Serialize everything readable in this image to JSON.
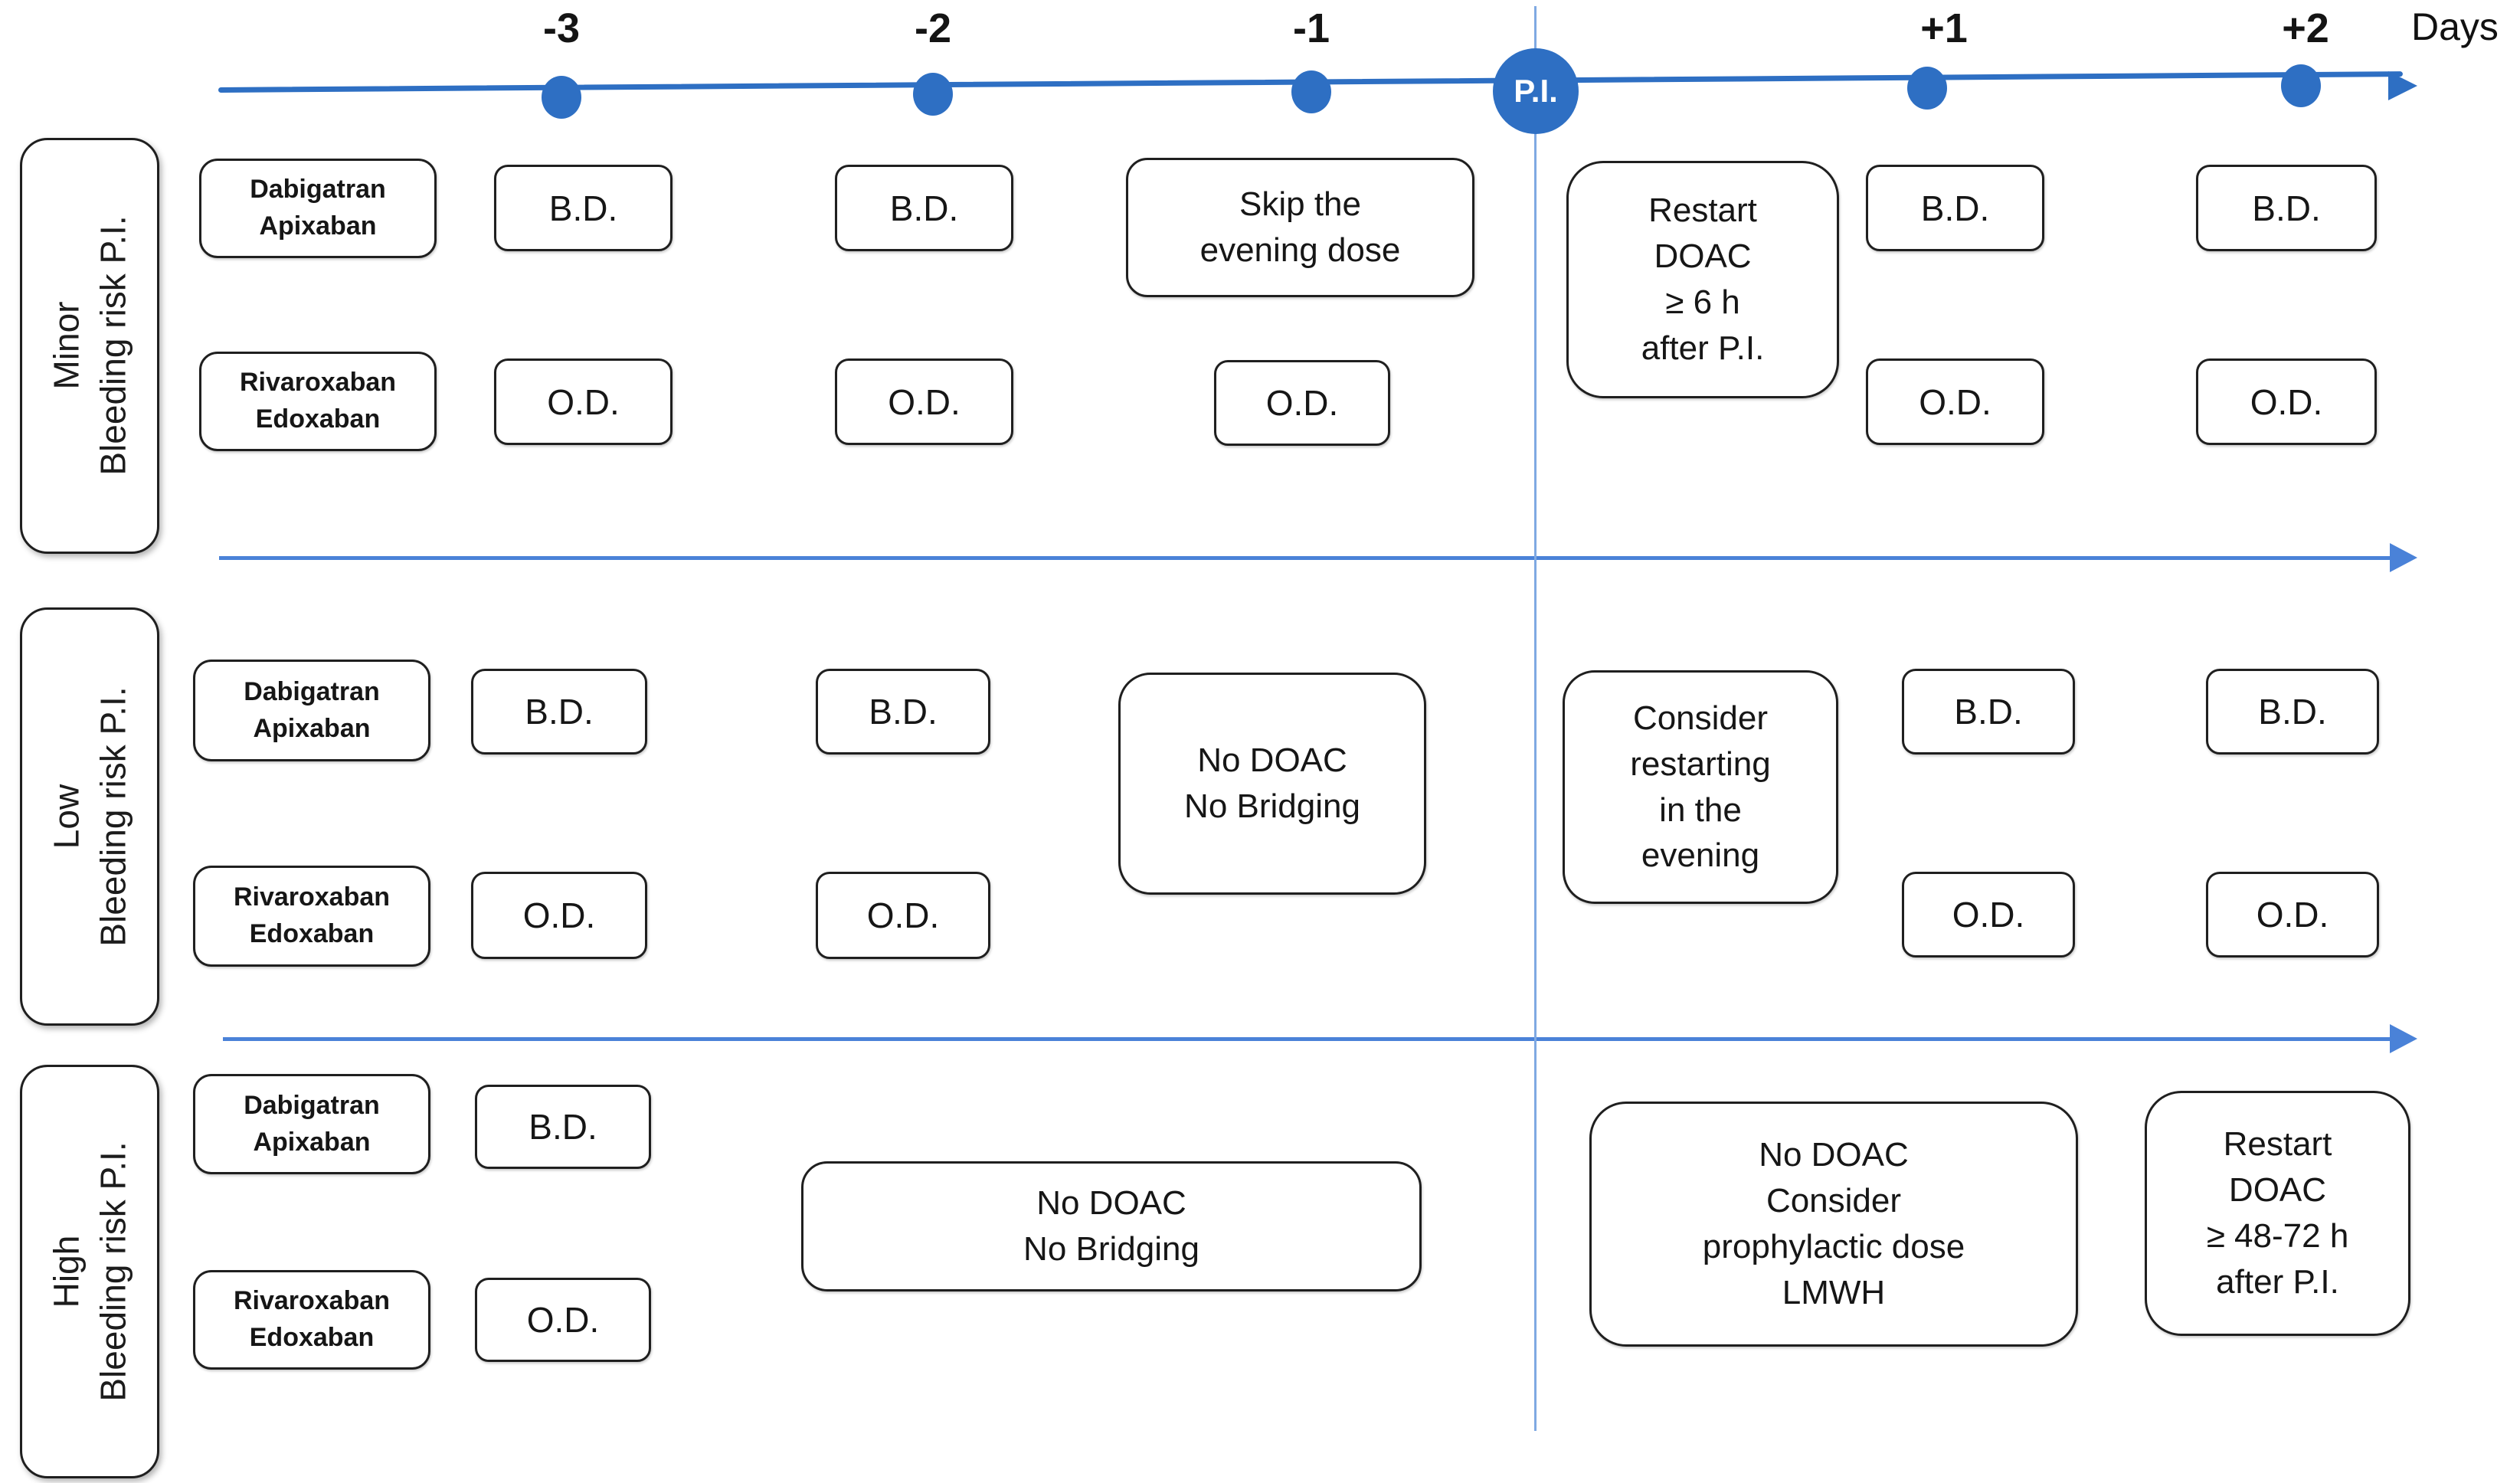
{
  "timeline": {
    "days_label": "Days",
    "pi_label": "P.I.",
    "tick_labels": {
      "m3": "-3",
      "m2": "-2",
      "m1": "-1",
      "p1": "+1",
      "p2": "+2"
    }
  },
  "labels": {
    "bd": "B.D.",
    "od": "O.D."
  },
  "drugs": {
    "top": "Dabigatran\nApixaban",
    "bottom": "Rivaroxaban\nEdoxaban"
  },
  "sections": {
    "minor": {
      "risk": "Minor\nBleeding risk P.I.",
      "skip": "Skip the\nevening dose",
      "restart": "Restart\nDOAC\n≥ 6 h\nafter P.I."
    },
    "low": {
      "risk": "Low\nBleeding risk P.I.",
      "no_doac": "No DOAC\nNo Bridging",
      "consider": "Consider\nrestarting\nin the\nevening"
    },
    "high": {
      "risk": "High\nBleeding risk P.I.",
      "no_doac": "No DOAC\nNo Bridging",
      "lmwh": "No DOAC\nConsider\nprophylactic dose\nLMWH",
      "restart": "Restart\nDOAC\n≥ 48-72 h\nafter P.I."
    }
  },
  "colors": {
    "timeline_blue": "#2e6fc3",
    "divider_blue": "#4a82d8",
    "vline_blue": "#7fa9e2",
    "box_border": "#1f1f1f"
  }
}
